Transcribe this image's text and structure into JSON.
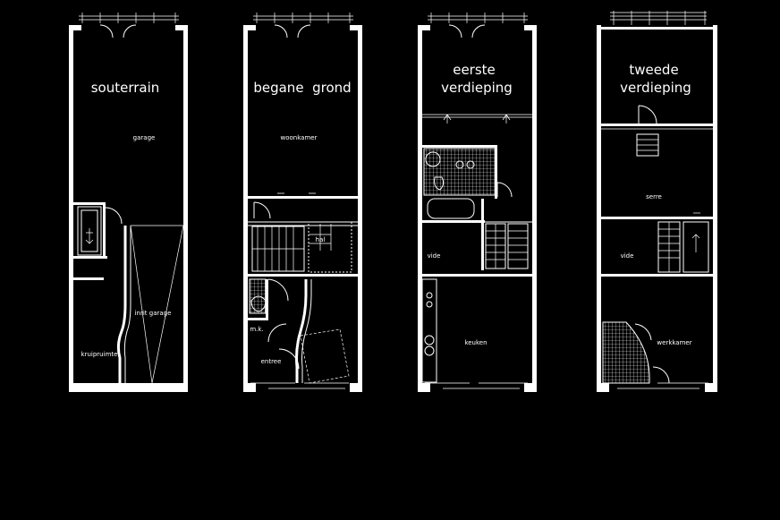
{
  "floors": [
    {
      "title_lines": [
        "souterrain"
      ],
      "rooms": [
        "garage",
        "inrit garage",
        "kruipruimte"
      ]
    },
    {
      "title_lines": [
        "begane  grond"
      ],
      "rooms": [
        "woonkamer",
        "hal",
        "m.k.",
        "entree"
      ]
    },
    {
      "title_lines": [
        "eerste",
        "verdieping"
      ],
      "rooms": [
        "vide",
        "keuken"
      ]
    },
    {
      "title_lines": [
        "tweede",
        "verdieping"
      ],
      "rooms": [
        "serre",
        "vide",
        "werkkamer"
      ]
    }
  ],
  "colors": {
    "background": "#000000",
    "lines": "#ffffff"
  }
}
